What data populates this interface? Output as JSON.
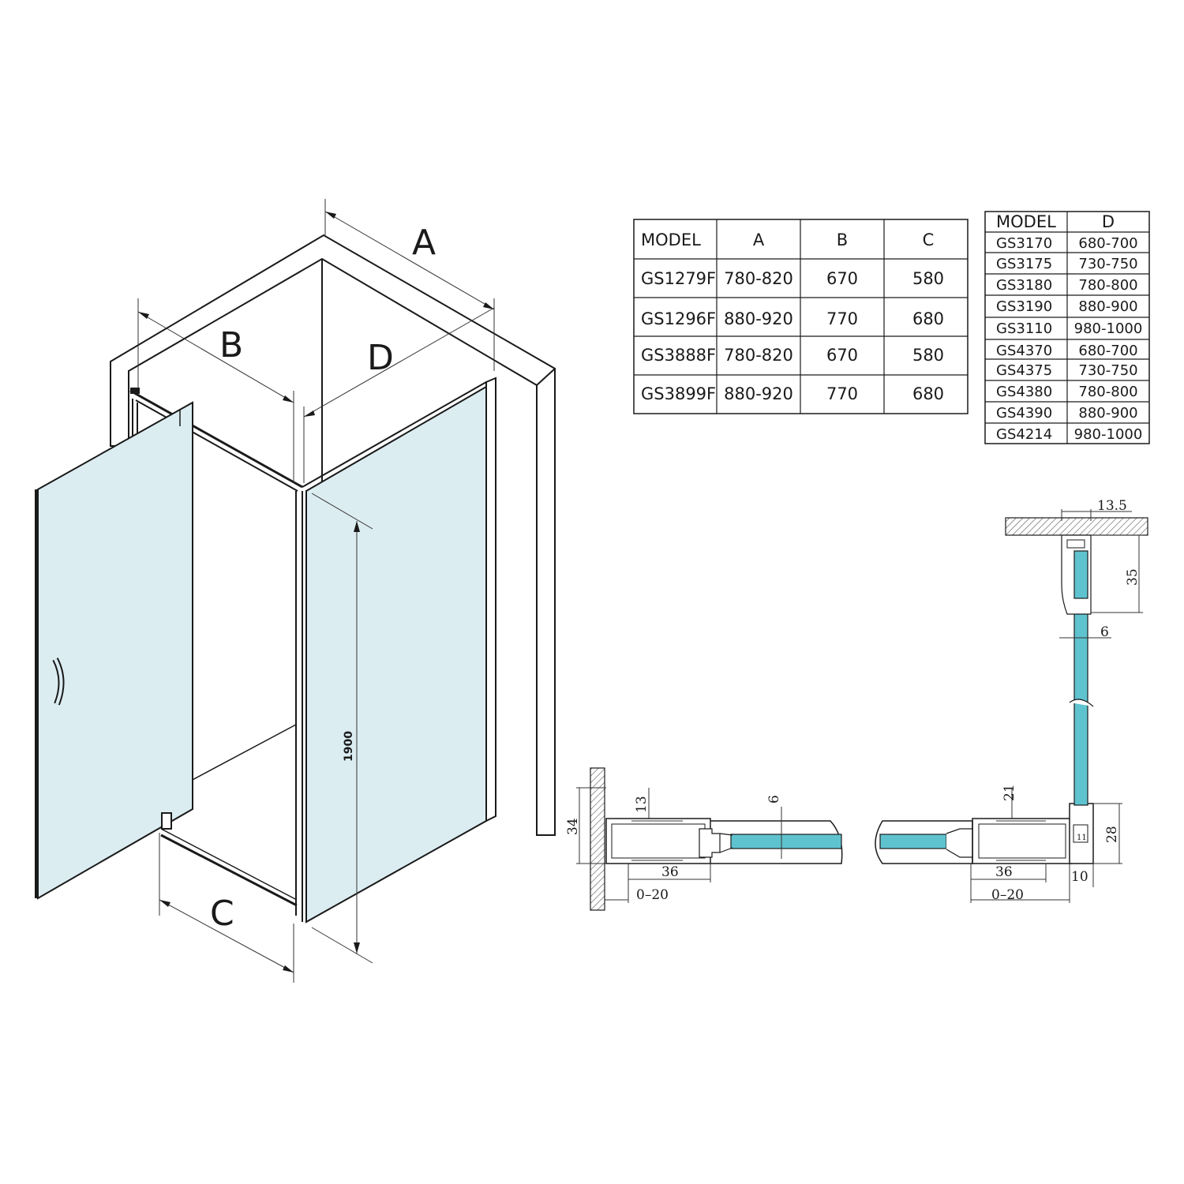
{
  "labels": {
    "a": "A",
    "b": "B",
    "c": "C",
    "d": "D",
    "height": "1900"
  },
  "table1": {
    "headers": [
      "MODEL",
      "A",
      "B",
      "C"
    ],
    "rows": [
      [
        "GS1279F",
        "780-820",
        "670",
        "580"
      ],
      [
        "GS1296F",
        "880-920",
        "770",
        "680"
      ],
      [
        "GS3888F",
        "780-820",
        "670",
        "580"
      ],
      [
        "GS3899F",
        "880-920",
        "770",
        "680"
      ]
    ]
  },
  "table2": {
    "headers": [
      "MODEL",
      "D"
    ],
    "rows": [
      [
        "GS3170",
        "680-700"
      ],
      [
        "GS3175",
        "730-750"
      ],
      [
        "GS3180",
        "780-800"
      ],
      [
        "GS3190",
        "880-900"
      ],
      [
        "GS3110",
        "980-1000"
      ],
      [
        "GS4370",
        "680-700"
      ],
      [
        "GS4375",
        "730-750"
      ],
      [
        "GS4380",
        "780-800"
      ],
      [
        "GS4390",
        "880-900"
      ],
      [
        "GS4214",
        "980-1000"
      ]
    ]
  },
  "section_dims": {
    "left_34": "34",
    "left_13": "13",
    "left_6": "6",
    "left_36": "36",
    "left_020": "0–20",
    "right_21": "21",
    "right_28": "28",
    "right_36": "36",
    "right_020": "0–20",
    "right_10": "10",
    "right_11": "11",
    "top_135": "13.5",
    "top_35": "35",
    "top_6": "6"
  },
  "colors": {
    "glass": "#dcedf2",
    "glass_section": "#5fc3cf",
    "line": "#1a1a1a"
  }
}
